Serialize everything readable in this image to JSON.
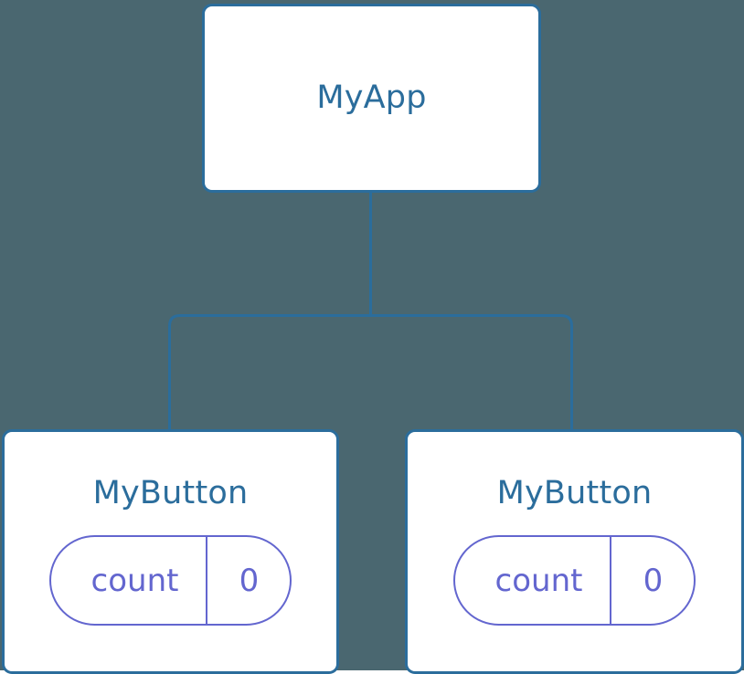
{
  "diagram": {
    "type": "component-tree",
    "background_color": "#4a6770",
    "node_border_color": "#2b6d9c",
    "node_title_color": "#2b6d9c",
    "node_fill_color": "#ffffff",
    "state_accent_color": "#6366cf",
    "edge_color": "#2b6d9c"
  },
  "tree": {
    "root": {
      "title": "MyApp",
      "state": []
    },
    "children": [
      {
        "title": "MyButton",
        "state": [
          {
            "key": "count",
            "value": "0"
          }
        ]
      },
      {
        "title": "MyButton",
        "state": [
          {
            "key": "count",
            "value": "0"
          }
        ]
      }
    ]
  },
  "edges": [
    {
      "from": "root",
      "to": "child-0"
    },
    {
      "from": "root",
      "to": "child-1"
    }
  ]
}
